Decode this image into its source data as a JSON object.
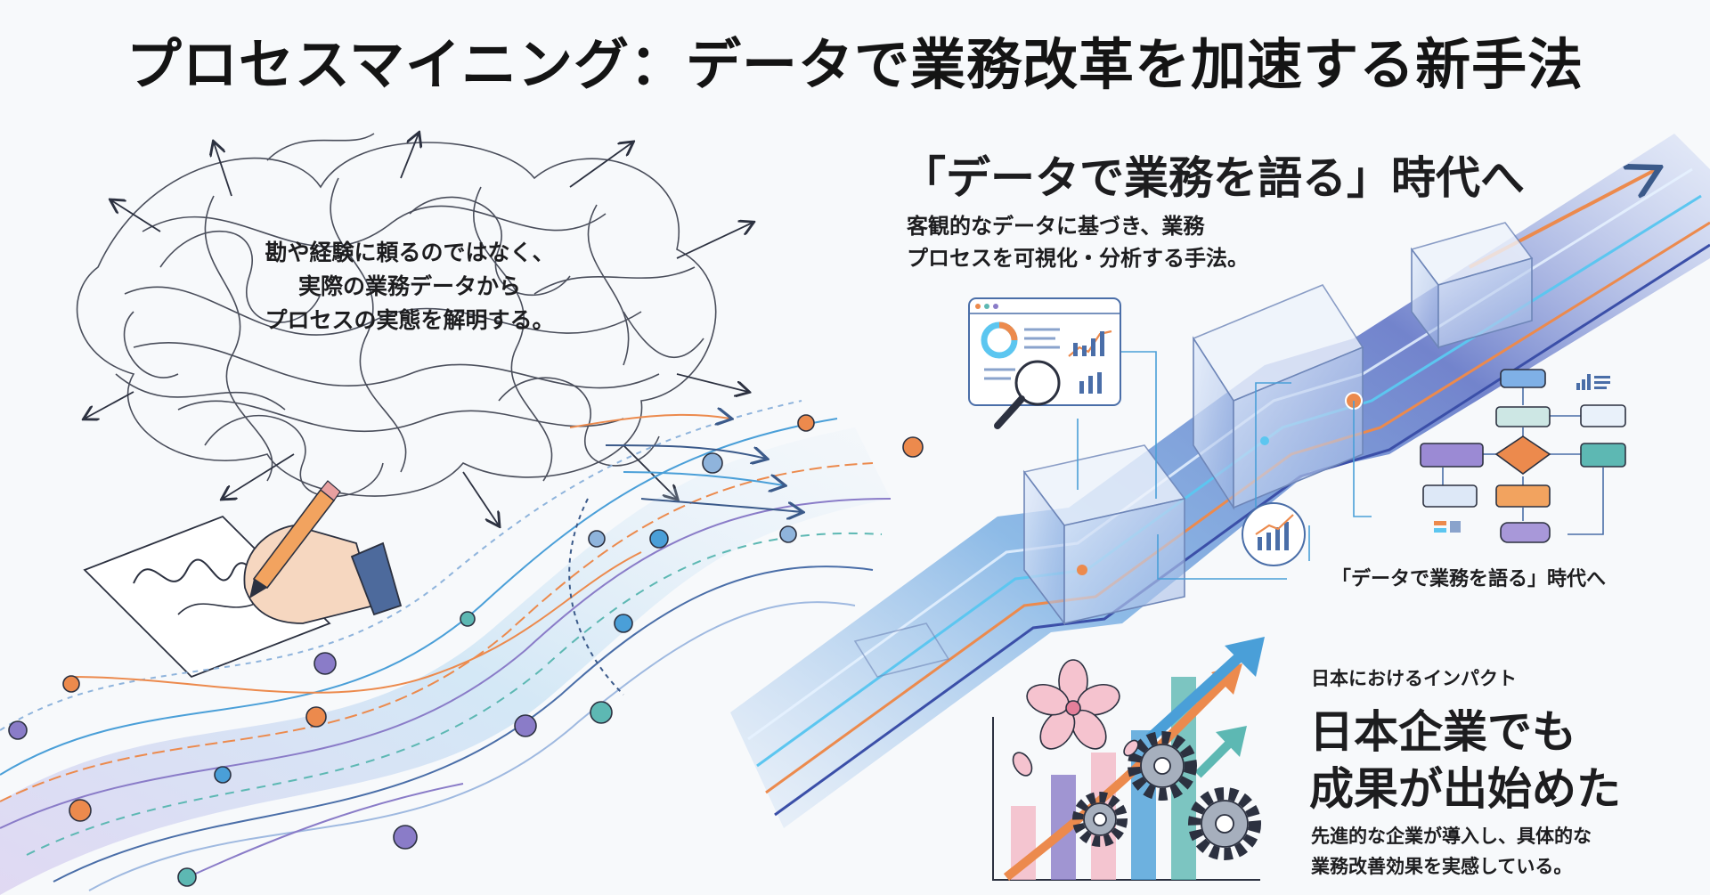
{
  "title": "プロセスマイニング：データで業務改革を加速する新手法",
  "left_panel": {
    "cloud_text": [
      "勘や経験に頼るのではなく、",
      "実際の業務データから",
      "プロセスの実態を解明する。"
    ]
  },
  "era_panel": {
    "heading": "「データで業務を語る」時代へ",
    "description": [
      "客観的なデータに基づき、業務",
      "プロセスを可視化・分析する手法。"
    ],
    "caption": "「データで業務を語る」時代へ"
  },
  "impact_panel": {
    "kicker": "日本におけるインパクト",
    "heading": [
      "日本企業でも",
      "成果が出始めた"
    ],
    "description": [
      "先進的な企業が導入し、具体的な",
      "業務改善効果を実感している。"
    ]
  },
  "colors": {
    "ink": "#2c3140",
    "orange": "#ec8a4d",
    "blue": "#4a9fd8",
    "purple": "#8a7cc8",
    "teal": "#5db8b3",
    "pink": "#f2b8c6"
  },
  "icons": [
    "scribble-cloud",
    "hand-with-pencil",
    "dashboard-magnifier-icon",
    "chart-circle-icon",
    "flowchart-icon",
    "cherry-blossom-icon",
    "gear-icon",
    "growth-arrow-icon"
  ]
}
